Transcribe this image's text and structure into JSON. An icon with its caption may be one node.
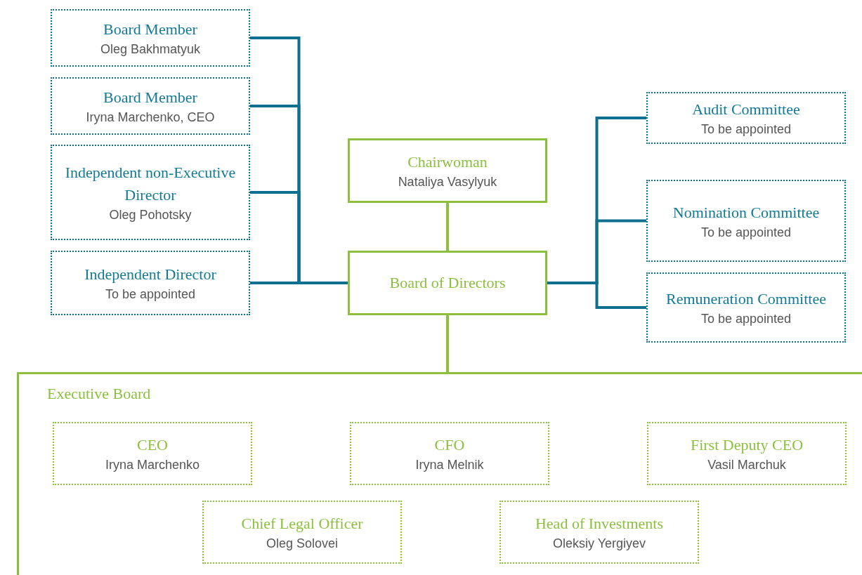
{
  "diagram": {
    "nodes": [
      {
        "text": [
          "Board Member",
          "Oleg Bakhmatyuk"
        ]
      },
      {
        "text": [
          "Board Member",
          "Iryna Marchenko, CEO"
        ]
      },
      {
        "text": [
          "Independent non-Executive Director",
          "Oleg Pohotsky"
        ]
      },
      {
        "text": [
          "Independent Director",
          "To be appointed"
        ]
      },
      {
        "text": [
          "Chairwoman",
          "Nataliya Vasylyuk"
        ]
      },
      {
        "text": [
          "Board of Directors"
        ]
      },
      {
        "text": [
          "Audit Committee",
          "To be appointed"
        ]
      },
      {
        "text": [
          "Nomination Committee",
          "To be appointed"
        ]
      },
      {
        "text": [
          "Remuneration Committee",
          "To be appointed"
        ]
      },
      {
        "text": [
          "Executive Board"
        ]
      },
      {
        "text": [
          "CEO",
          "Iryna Marchenko"
        ],
        "in": 9
      },
      {
        "text": [
          "CFO",
          "Iryna Melnik"
        ],
        "in": 9
      },
      {
        "text": [
          "First Deputy CEO",
          "Vasil Marchuk"
        ],
        "in": 9
      },
      {
        "text": [
          "Chief Legal Officer",
          "Oleg Solovei"
        ],
        "in": 9
      },
      {
        "text": [
          "Head of Investments",
          "Oleksiy Yergiyev"
        ],
        "in": 9
      }
    ],
    "edges": [
      {
        "from": 0,
        "to": 5,
        "arrow": "none"
      },
      {
        "from": 1,
        "to": 5,
        "arrow": "none"
      },
      {
        "from": 2,
        "to": 5,
        "arrow": "none"
      },
      {
        "from": 3,
        "to": 5,
        "arrow": "none"
      },
      {
        "from": 4,
        "to": 5,
        "arrow": "none",
        "color": "#8dbf3f"
      },
      {
        "from": 5,
        "to": 6,
        "arrow": "none"
      },
      {
        "from": 5,
        "to": 7,
        "arrow": "none"
      },
      {
        "from": 5,
        "to": 8,
        "arrow": "none"
      },
      {
        "from": 5,
        "to": 9,
        "arrow": "none",
        "color": "#8dbf3f"
      }
    ]
  }
}
